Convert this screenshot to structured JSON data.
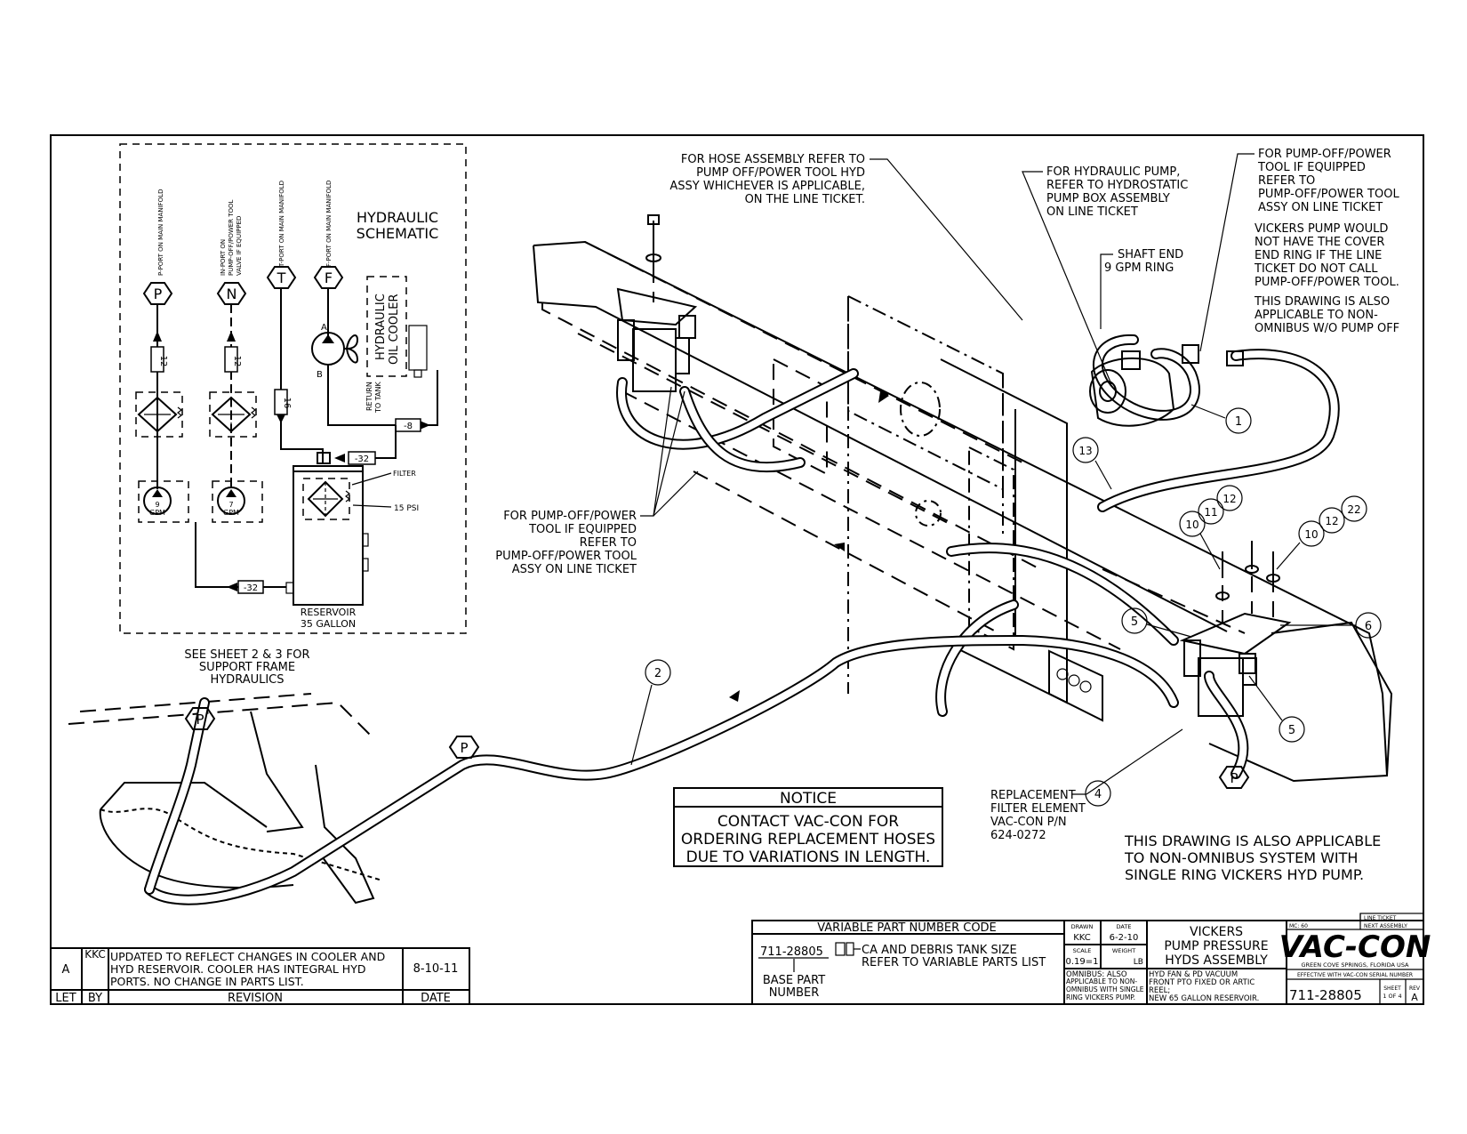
{
  "schematic": {
    "title_line1": "HYDRAULIC",
    "title_line2": "SCHEMATIC",
    "port_labels": {
      "p": "P-PORT ON MAIN MANIFOLD",
      "in1": "IN-PORT ON",
      "in2": "PUMP-OFF/POWER TOOL",
      "in3": "VALVE IF EQUIPPED",
      "t": "T-PORT ON MAIN MANIFOLD",
      "f": "F-PORT ON MAIN MANIFOLD"
    },
    "port_letters": {
      "p": "P",
      "n": "N",
      "t": "T",
      "f": "F"
    },
    "hose_sizes": {
      "p": "-12",
      "n": "-12",
      "t": "-16",
      "return": "-8",
      "reservoir_in": "-32",
      "suction": "-32"
    },
    "pump_flows": {
      "pump9_num": "9",
      "pump7_num": "7",
      "gpm": "GPM"
    },
    "motor_ports": {
      "a": "A",
      "b": "B"
    },
    "cooler_line1": "HYDRAULIC",
    "cooler_line2": "OIL COOLER",
    "return_line1": "RETURN",
    "return_line2": "TO TANK",
    "filter_label": "FILTER",
    "psi_label": "15 PSI",
    "reservoir_line1": "RESERVOIR",
    "reservoir_line2": "35 GALLON"
  },
  "callouts": {
    "hose_assembly": [
      "FOR HOSE ASSEMBLY REFER TO",
      "PUMP OFF/POWER TOOL HYD",
      "ASSY WHICHEVER IS APPLICABLE,",
      "ON THE LINE TICKET."
    ],
    "hydraulic_pump": [
      "FOR HYDRAULIC PUMP,",
      "REFER TO HYDROSTATIC",
      "PUMP BOX ASSEMBLY",
      "ON LINE TICKET"
    ],
    "pump_off_top": [
      "FOR PUMP-OFF/POWER",
      "TOOL IF EQUIPPED",
      "REFER TO",
      "PUMP-OFF/POWER TOOL",
      "ASSY ON LINE TICKET"
    ],
    "vickers_note": [
      "VICKERS PUMP WOULD",
      "NOT HAVE THE COVER",
      "END RING IF THE LINE",
      "TICKET DO NOT CALL",
      "PUMP-OFF/POWER TOOL."
    ],
    "applicable_note": [
      "THIS DRAWING IS ALSO",
      "APPLICABLE TO NON-",
      "OMNIBUS W/O PUMP OFF"
    ],
    "shaft_end": [
      "SHAFT END",
      "9 GPM RING"
    ],
    "pump_off_left": [
      "FOR PUMP-OFF/POWER",
      "TOOL IF EQUIPPED",
      "REFER TO",
      "PUMP-OFF/POWER TOOL",
      "ASSY ON LINE TICKET"
    ],
    "see_sheet": [
      "SEE SHEET 2 & 3 FOR",
      "SUPPORT FRAME",
      "HYDRAULICS"
    ],
    "replacement_filter": [
      "REPLACEMENT",
      "FILTER ELEMENT",
      "VAC-CON P/N",
      "624-0272"
    ],
    "non_omnibus": [
      "THIS DRAWING IS ALSO APPLICABLE",
      "TO NON-OMNIBUS SYSTEM WITH",
      "SINGLE RING VICKERS HYD PUMP."
    ]
  },
  "balloons": {
    "b1": "1",
    "b2": "2",
    "b4": "4",
    "b5a": "5",
    "b5b": "5",
    "b6": "6",
    "b10a": "10",
    "b11": "11",
    "b12a": "12",
    "b10b": "10",
    "b12b": "12",
    "b22": "22",
    "b13": "13"
  },
  "pressure_markers": {
    "p1": "P",
    "p2": "P",
    "p3": "P"
  },
  "notice": {
    "title": "NOTICE",
    "line1": "CONTACT VAC-CON FOR",
    "line2": "ORDERING REPLACEMENT HOSES",
    "line3": "DUE TO VARIATIONS IN LENGTH."
  },
  "revision_block": {
    "let": "A",
    "by": "KKC",
    "text_line1": "UPDATED TO REFLECT CHANGES IN COOLER AND",
    "text_line2": "HYD RESERVOIR.  COOLER HAS INTEGRAL HYD",
    "text_line3": "PORTS. NO CHANGE IN PARTS LIST.",
    "date": "8-10-11",
    "hdr_let": "LET",
    "hdr_by": "BY",
    "hdr_revision": "REVISION",
    "hdr_date": "DATE"
  },
  "variable_code": {
    "title": "VARIABLE PART NUMBER CODE",
    "base_number": "711-28805",
    "desc_line1": "CA AND DEBRIS TANK SIZE",
    "desc_line2": "REFER TO VARIABLE PARTS LIST",
    "base_label1": "BASE PART",
    "base_label2": "NUMBER"
  },
  "title_block": {
    "drawn_label": "DRAWN",
    "drawn": "KKC",
    "date_label": "DATE",
    "date": "6-2-10",
    "scale_label": "SCALE",
    "scale": "0.19=1",
    "weight_label": "WEIGHT",
    "weight_unit": "LB",
    "title1": "VICKERS",
    "title2": "PUMP PRESSURE",
    "title3": "HYDS ASSEMBLY",
    "omnibus_line1": "OMNIBUS: ALSO",
    "omnibus_line2": "APPLICABLE TO NON-",
    "omnibus_line3": "OMNIBUS WITH SINGLE",
    "omnibus_line4": "RING VICKERS PUMP.",
    "desc_line1": "HYD FAN & PD VACUUM",
    "desc_line2": "FRONT PTO FIXED OR ARTIC",
    "desc_line3": "REEL;",
    "desc_line4": "NEW 65 GALLON RESERVOIR.",
    "mc": "MC: 60",
    "line_ticket": "LINE TICKET",
    "next_assembly": "NEXT ASSEMBLY",
    "company": "VAC-CON",
    "location": "GREEN COVE SPRINGS, FLORIDA USA",
    "effective": "EFFECTIVE WITH VAC-CON SERIAL NUMBER",
    "part_number": "711-28805",
    "sheet_label": "SHEET",
    "sheet": "1 OF 4",
    "rev_label": "REV",
    "rev": "A"
  }
}
